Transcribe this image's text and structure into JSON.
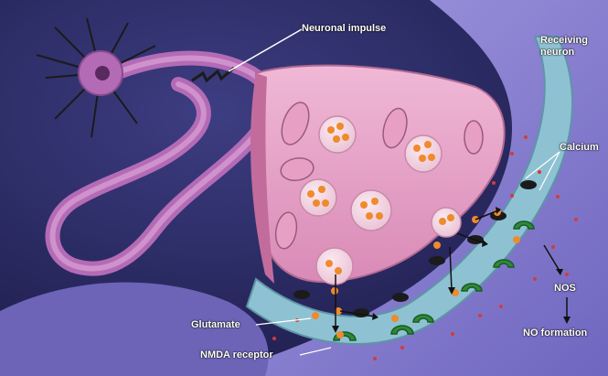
{
  "labels": {
    "neuronal_impulse": "Neuronal impulse",
    "receiving_neuron_line1": "Receiving",
    "receiving_neuron_line2": "neuron",
    "calcium": "Calcium",
    "glutamate": "Glutamate",
    "nmda_receptor": "NMDA receptor",
    "nos": "NOS",
    "no_formation": "NO formation"
  },
  "colors": {
    "background": "#2a2a66",
    "receiving_neuron": "#8f86d6",
    "synaptic_membrane": "#8ec2d2",
    "presynaptic_terminal": "#e8a6c8",
    "axon": "#b46bb6",
    "vesicle": "#f4d8e4",
    "glutamate": "#f08a2a",
    "receptor": "#2e8a3a",
    "calcium_dot": "#d63a3a"
  },
  "icons": {
    "neuron_cell_body": "star-neuron-icon",
    "impulse": "lightning-zigzag-icon"
  }
}
